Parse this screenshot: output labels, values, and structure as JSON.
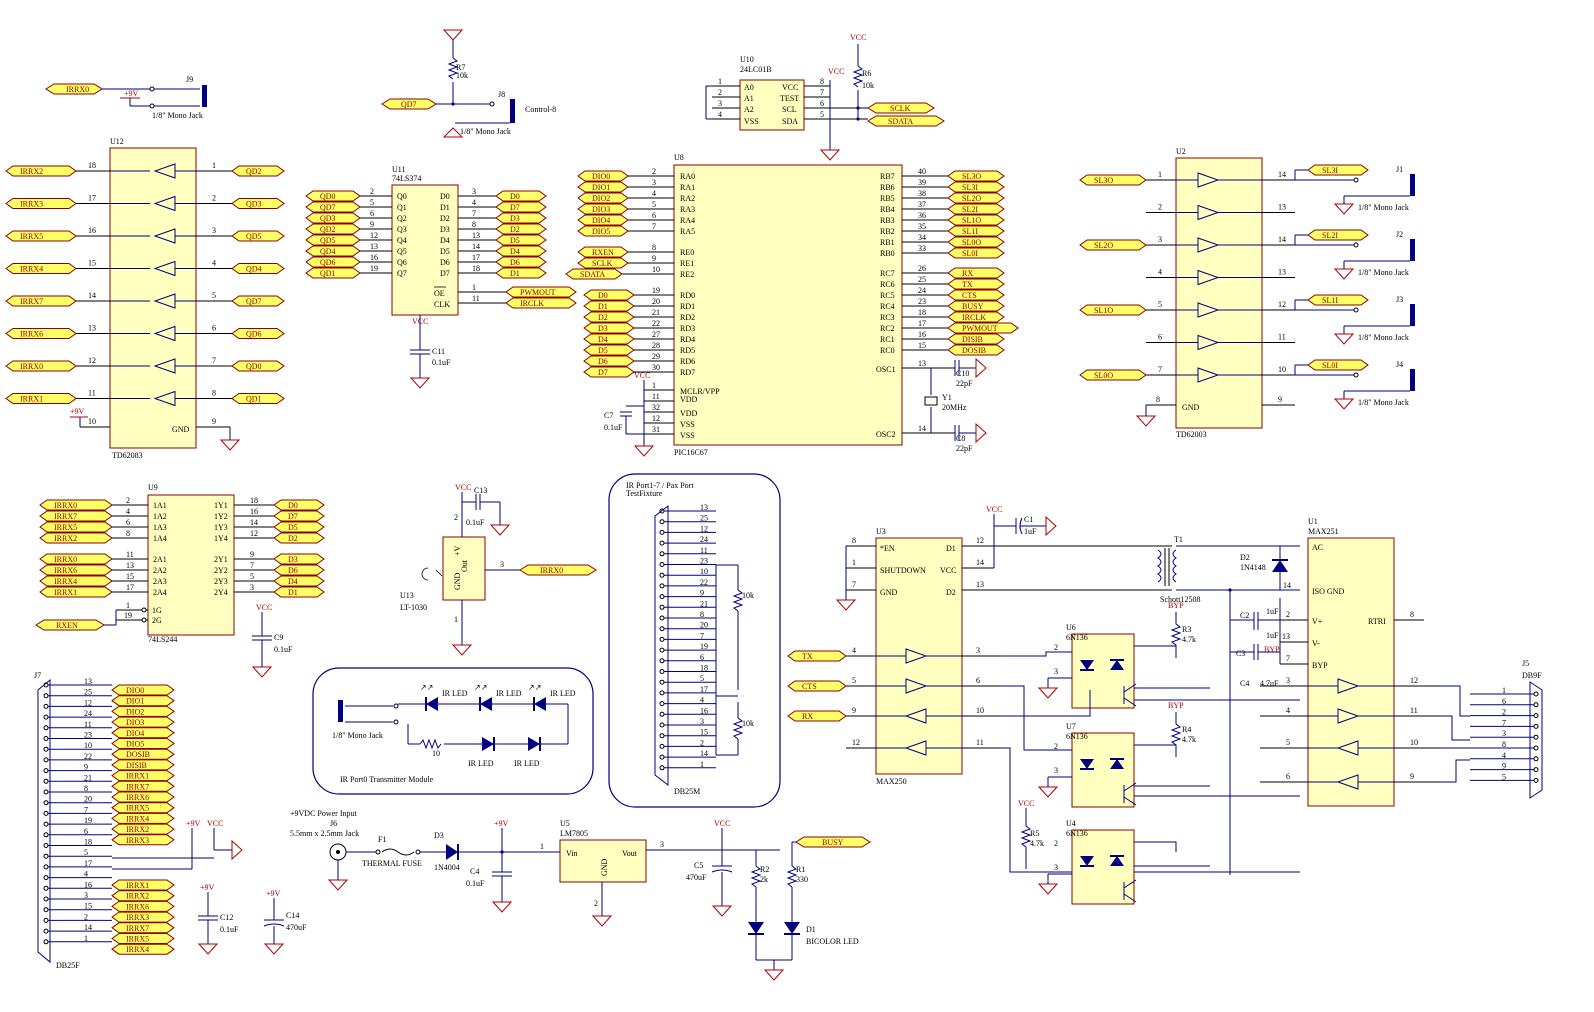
{
  "colors": {
    "wire": "#000080",
    "body_fill": "#ffffc0",
    "body_stroke": "#8b0000",
    "net_fill": "#ffff66",
    "power": "#b00000"
  },
  "chips": [
    {
      "ref": "U12",
      "part": "TD62083"
    },
    {
      "ref": "U11",
      "part": "74LS374"
    },
    {
      "ref": "U8",
      "part": "PIC16C67"
    },
    {
      "ref": "U10",
      "part": "24LC01B"
    },
    {
      "ref": "U2",
      "part": "TD62003"
    },
    {
      "ref": "U9",
      "part": "74LS244"
    },
    {
      "ref": "U13",
      "part": "LT-1030"
    },
    {
      "ref": "U3",
      "part": "MAX250"
    },
    {
      "ref": "U1",
      "part": "MAX251"
    },
    {
      "ref": "U5",
      "part": "LM7805"
    }
  ],
  "u12_inputs": [
    "IRRX2",
    "IRRX3",
    "IRRX5",
    "IRRX4",
    "IRRX7",
    "IRRX6",
    "IRRX0",
    "IRRX1"
  ],
  "u12_outputs": [
    "QD2",
    "QD3",
    "QD5",
    "QD4",
    "QD7",
    "QD6",
    "QD0",
    "QD1"
  ],
  "u11_inputs": [
    "QD0",
    "QD7",
    "QD3",
    "QD2",
    "QD5",
    "QD4",
    "QD6",
    "QD1"
  ],
  "u11_outputs": [
    "D0",
    "D7",
    "D3",
    "D2",
    "D5",
    "D4",
    "D6",
    "D1"
  ],
  "u11_clk": [
    "PWMOUT",
    "IRCLK"
  ],
  "u8_left_nets": [
    "DIO0",
    "DIO1",
    "DIO2",
    "DIO3",
    "DIO4",
    "DIO5",
    "RXEN",
    "SCLK",
    "SDATA",
    "D0",
    "D1",
    "D2",
    "D3",
    "D4",
    "D5",
    "D6",
    "D7"
  ],
  "u8_right_nets": [
    "SL3O",
    "SL3I",
    "SL2O",
    "SL2I",
    "SL1O",
    "SL1I",
    "SL0O",
    "SL0I",
    "RX",
    "TX",
    "CTS",
    "BUSY",
    "IRCLK",
    "PWMOUT",
    "DISIB",
    "DOSIB"
  ],
  "u10_nets": [
    "SCLK",
    "SDATA"
  ],
  "u2_inputs": [
    "SL3O",
    "SL2O",
    "SL1O",
    "SL0O"
  ],
  "u2_outputs": [
    "SL3I",
    "SL2I",
    "SL1I",
    "SL0I"
  ],
  "u9_inputs": [
    "IRRX0",
    "IRRX7",
    "IRRX5",
    "IRRX2",
    "IRRX0",
    "IRRX6",
    "IRRX4",
    "IRRX1"
  ],
  "u9_outputs": [
    "D0",
    "D7",
    "D5",
    "D2",
    "D3",
    "D6",
    "D4",
    "D1"
  ],
  "u9_enable": "RXEN",
  "j7_nets": [
    "DIO0",
    "DIO1",
    "DIO2",
    "DIO3",
    "DIO4",
    "DIO5",
    "DOSIB",
    "DISIB",
    "IRRX1",
    "IRRX7",
    "IRRX6",
    "IRRX5",
    "IRRX4",
    "IRRX2",
    "IRRX3",
    "IRRX1",
    "IRRX2",
    "IRRX6",
    "IRRX3",
    "IRRX7",
    "IRRX5",
    "IRRX4"
  ],
  "u3_inputs": [
    "TX",
    "CTS",
    "RX"
  ],
  "misc_nets": {
    "u13_out": "IRRX0",
    "j9": "IRRX0",
    "j8": "QD7",
    "busy": "BUSY"
  },
  "labels": {
    "mono_jack": "1/8\" Mono Jack",
    "control8": "Control-8",
    "irport17": "IR Port1-7 / Pax Port",
    "testfixture": "TestFixture",
    "irport0": "IR Port0  Transmitter Module",
    "db25m": "DB25M",
    "db25f": "DB25F",
    "db9f": "DB9F",
    "power_in": "+9VDC Power Input",
    "power_jack": "5.5mm x 2.5mm Jack",
    "fuse": "THERMAL FUSE",
    "bicolor": "BICOLOR LED",
    "transformer": "Schott12508",
    "ir_led": "IR LED",
    "xtal": "20MHz"
  }
}
